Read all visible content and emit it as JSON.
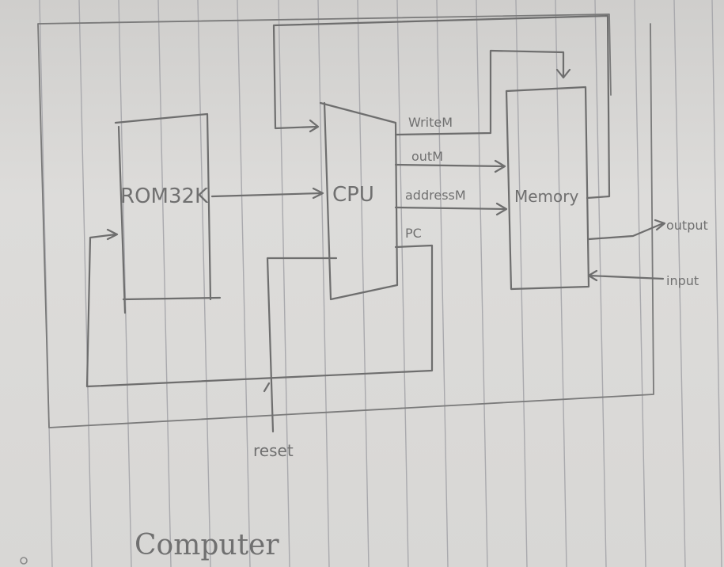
{
  "diagram": {
    "title": "Computer",
    "blocks": {
      "rom": "ROM32K",
      "cpu": "CPU",
      "memory": "Memory"
    },
    "signals": {
      "write_m": "WriteM",
      "out_m": "outM",
      "address_m": "addressM",
      "pc": "PC",
      "reset": "reset",
      "output": "output",
      "input": "input"
    }
  }
}
